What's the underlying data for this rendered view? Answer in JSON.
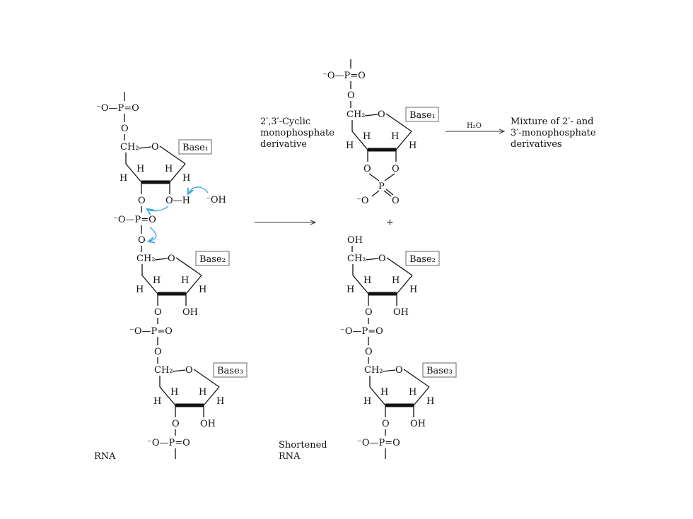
{
  "labels": {
    "cyclic": [
      "2′,3′-Cyclic",
      "monophosphate",
      "derivative"
    ],
    "mixture": [
      "Mixture of 2′- and",
      "3′-monophosphate",
      "derivatives"
    ],
    "water": "H₂O",
    "plus": "+",
    "rna": "RNA",
    "shortened": [
      "Shortened",
      "RNA"
    ],
    "hydroxide": "⁻OH"
  },
  "chem": {
    "phosphate": "⁻O—P=O",
    "o": "O",
    "h": "H",
    "oh": "OH",
    "oh_left": "O—H",
    "ch2": "CH₂",
    "o_minus": "⁻O",
    "p": "P"
  },
  "bases": [
    "Base₁",
    "Base₂",
    "Base₃"
  ],
  "colors": {
    "arrow": "#3fa6dd",
    "ink": "#111111"
  }
}
